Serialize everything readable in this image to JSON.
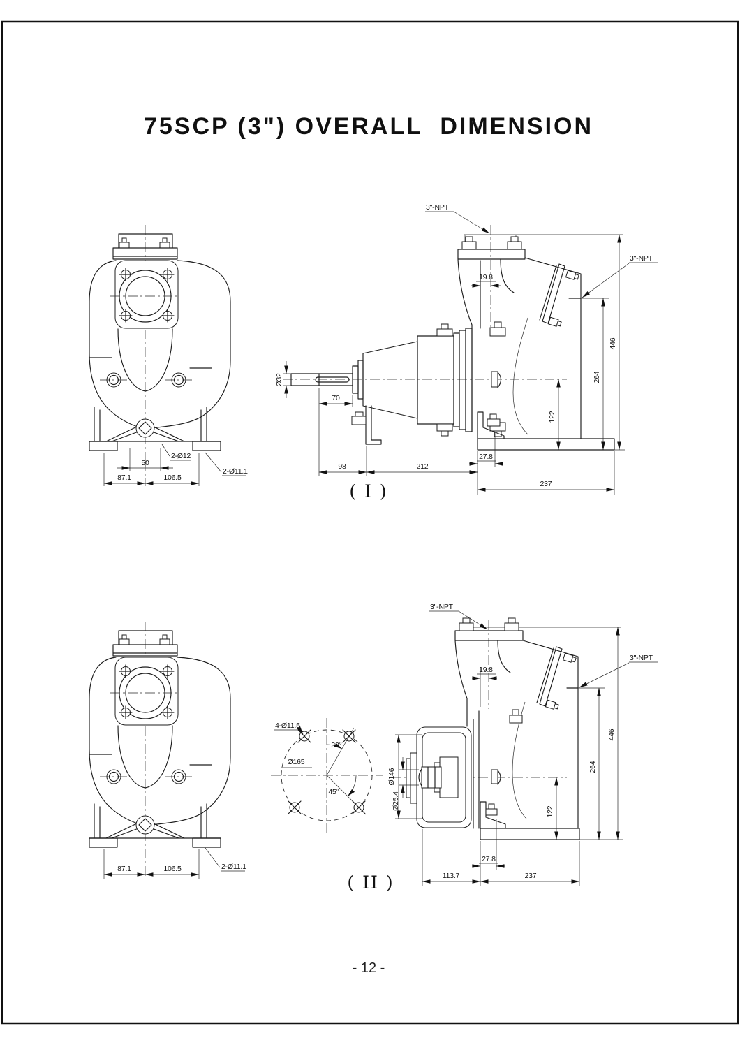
{
  "page": {
    "title": "75SCP (3\") OVERALL  DIMENSION",
    "page_number": "- 12 -"
  },
  "front_view_top": {
    "dim_bolt_span": "50",
    "dim_left": "87.1",
    "dim_right": "106.5",
    "note_holes_large": "2-Ø12",
    "note_holes_small": "2-Ø11.1"
  },
  "side_view_1": {
    "caption": "( I )",
    "note_suction": "3\"-NPT",
    "note_discharge": "3\"-NPT",
    "dim_offset": "19.8",
    "dim_shaft_dia": "Ø32",
    "dim_shaft_len": "70",
    "dim_bracket": "98",
    "dim_frame_len": "212",
    "dim_foot_offset": "27.8",
    "dim_base_len": "237",
    "dim_center_height": "122",
    "dim_discharge_height": "264",
    "dim_total_height": "446"
  },
  "front_view_bottom": {
    "dim_left": "87.1",
    "dim_right": "106.5",
    "note_holes_small": "2-Ø11.1"
  },
  "flange_view": {
    "note_holes": "4-Ø11.5",
    "dim_angle_top": "30°",
    "dim_bolt_circle": "Ø165",
    "dim_angle_bottom": "45°"
  },
  "side_view_2": {
    "caption": "( II )",
    "note_suction": "3\"-NPT",
    "note_discharge": "3\"-NPT",
    "dim_offset": "19.8",
    "dim_flange_dia": "Ø146",
    "dim_shaft_dia": "Ø25.4",
    "dim_motor_len": "113.7",
    "dim_foot_offset": "27.8",
    "dim_base_len": "237",
    "dim_center_height": "122",
    "dim_discharge_height": "264",
    "dim_total_height": "446"
  }
}
